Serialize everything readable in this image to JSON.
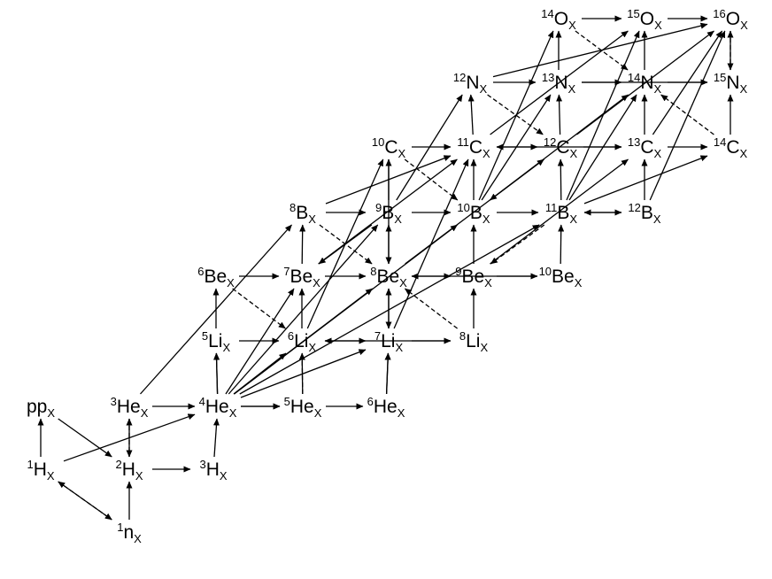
{
  "colors": {
    "ink": "#000000",
    "background": "#ffffff"
  },
  "nodes": [
    {
      "id": "n1",
      "sup": "1",
      "sym": "n",
      "sub": "X"
    },
    {
      "id": "H1",
      "sup": "1",
      "sym": "H",
      "sub": "X"
    },
    {
      "id": "H2",
      "sup": "2",
      "sym": "H",
      "sub": "X"
    },
    {
      "id": "H3",
      "sup": "3",
      "sym": "H",
      "sub": "X"
    },
    {
      "id": "pp",
      "sup": "",
      "sym": "pp",
      "sub": "X"
    },
    {
      "id": "He3",
      "sup": "3",
      "sym": "He",
      "sub": "X"
    },
    {
      "id": "He4",
      "sup": "4",
      "sym": "He",
      "sub": "X"
    },
    {
      "id": "He5",
      "sup": "5",
      "sym": "He",
      "sub": "X"
    },
    {
      "id": "He6",
      "sup": "6",
      "sym": "He",
      "sub": "X"
    },
    {
      "id": "Li5",
      "sup": "5",
      "sym": "Li",
      "sub": "X"
    },
    {
      "id": "Li6",
      "sup": "6",
      "sym": "Li",
      "sub": "X"
    },
    {
      "id": "Li7",
      "sup": "7",
      "sym": "Li",
      "sub": "X"
    },
    {
      "id": "Li8",
      "sup": "8",
      "sym": "Li",
      "sub": "X"
    },
    {
      "id": "Be6",
      "sup": "6",
      "sym": "Be",
      "sub": "X"
    },
    {
      "id": "Be7",
      "sup": "7",
      "sym": "Be",
      "sub": "X"
    },
    {
      "id": "Be8",
      "sup": "8",
      "sym": "Be",
      "sub": "X"
    },
    {
      "id": "Be9",
      "sup": "9",
      "sym": "Be",
      "sub": "X"
    },
    {
      "id": "Be10",
      "sup": "10",
      "sym": "Be",
      "sub": "X"
    },
    {
      "id": "B8",
      "sup": "8",
      "sym": "B",
      "sub": "X"
    },
    {
      "id": "B9",
      "sup": "9",
      "sym": "B",
      "sub": "X"
    },
    {
      "id": "B10",
      "sup": "10",
      "sym": "B",
      "sub": "X"
    },
    {
      "id": "B11",
      "sup": "11",
      "sym": "B",
      "sub": "X"
    },
    {
      "id": "B12",
      "sup": "12",
      "sym": "B",
      "sub": "X"
    },
    {
      "id": "C10",
      "sup": "10",
      "sym": "C",
      "sub": "X"
    },
    {
      "id": "C11",
      "sup": "11",
      "sym": "C",
      "sub": "X"
    },
    {
      "id": "C12",
      "sup": "12",
      "sym": "C",
      "sub": "X"
    },
    {
      "id": "C13",
      "sup": "13",
      "sym": "C",
      "sub": "X"
    },
    {
      "id": "C14",
      "sup": "14",
      "sym": "C",
      "sub": "X"
    },
    {
      "id": "N12",
      "sup": "12",
      "sym": "N",
      "sub": "X"
    },
    {
      "id": "N13",
      "sup": "13",
      "sym": "N",
      "sub": "X"
    },
    {
      "id": "N14",
      "sup": "14",
      "sym": "N",
      "sub": "X"
    },
    {
      "id": "N15",
      "sup": "15",
      "sym": "N",
      "sub": "X"
    },
    {
      "id": "O14",
      "sup": "14",
      "sym": "O",
      "sub": "X"
    },
    {
      "id": "O15",
      "sup": "15",
      "sym": "O",
      "sub": "X"
    },
    {
      "id": "O16",
      "sup": "16",
      "sym": "O",
      "sub": "X"
    }
  ],
  "edges": [
    {
      "from": "H1",
      "to": "pp"
    },
    {
      "from": "pp",
      "to": "H2"
    },
    {
      "from": "H1",
      "to": "n1",
      "dashed": true
    },
    {
      "from": "n1",
      "to": "H1"
    },
    {
      "from": "n1",
      "to": "H2"
    },
    {
      "from": "H2",
      "to": "He3"
    },
    {
      "from": "H2",
      "to": "H3"
    },
    {
      "from": "H3",
      "to": "He4"
    },
    {
      "from": "He3",
      "to": "H2",
      "dashed": true
    },
    {
      "from": "H1",
      "to": "He4"
    },
    {
      "from": "He3",
      "to": "He4"
    },
    {
      "from": "He4",
      "to": "He5"
    },
    {
      "from": "He5",
      "to": "He6"
    },
    {
      "from": "He4",
      "to": "Li5"
    },
    {
      "from": "Li5",
      "to": "Li6"
    },
    {
      "from": "He5",
      "to": "Li6"
    },
    {
      "from": "Li6",
      "to": "Li7"
    },
    {
      "from": "Li7",
      "to": "Li8"
    },
    {
      "from": "He6",
      "to": "Li7"
    },
    {
      "from": "Li5",
      "to": "Be6"
    },
    {
      "from": "Be6",
      "to": "Be7"
    },
    {
      "from": "Be6",
      "to": "Li6",
      "dashed": true
    },
    {
      "from": "Li6",
      "to": "Be7"
    },
    {
      "from": "Be7",
      "to": "Be8"
    },
    {
      "from": "Li7",
      "to": "Be8"
    },
    {
      "from": "Be8",
      "to": "Be9"
    },
    {
      "from": "Be9",
      "to": "Be10"
    },
    {
      "from": "Li8",
      "to": "Be9"
    },
    {
      "from": "Be7",
      "to": "B8"
    },
    {
      "from": "B8",
      "to": "B9"
    },
    {
      "from": "B8",
      "to": "Be8",
      "dashed": true
    },
    {
      "from": "Be8",
      "to": "B9"
    },
    {
      "from": "B9",
      "to": "B10"
    },
    {
      "from": "Be9",
      "to": "B10"
    },
    {
      "from": "B10",
      "to": "B11"
    },
    {
      "from": "B11",
      "to": "B12"
    },
    {
      "from": "Be10",
      "to": "B11"
    },
    {
      "from": "B9",
      "to": "C10"
    },
    {
      "from": "C10",
      "to": "C11"
    },
    {
      "from": "C10",
      "to": "B10",
      "dashed": true
    },
    {
      "from": "B10",
      "to": "C11"
    },
    {
      "from": "C11",
      "to": "C12"
    },
    {
      "from": "B11",
      "to": "C12"
    },
    {
      "from": "C12",
      "to": "C13"
    },
    {
      "from": "C13",
      "to": "C14"
    },
    {
      "from": "B12",
      "to": "C13"
    },
    {
      "from": "C11",
      "to": "N12"
    },
    {
      "from": "N12",
      "to": "N13"
    },
    {
      "from": "N12",
      "to": "C12",
      "dashed": true
    },
    {
      "from": "C12",
      "to": "N13"
    },
    {
      "from": "N13",
      "to": "N14"
    },
    {
      "from": "C13",
      "to": "N14"
    },
    {
      "from": "N14",
      "to": "N15"
    },
    {
      "from": "C14",
      "to": "N15"
    },
    {
      "from": "N13",
      "to": "O14"
    },
    {
      "from": "O14",
      "to": "O15"
    },
    {
      "from": "O14",
      "to": "N14",
      "dashed": true
    },
    {
      "from": "N14",
      "to": "O15"
    },
    {
      "from": "O15",
      "to": "O16"
    },
    {
      "from": "N15",
      "to": "O16"
    },
    {
      "from": "O16",
      "to": "N15",
      "dashed": true
    },
    {
      "from": "C14",
      "to": "N14",
      "dashed": true
    },
    {
      "from": "B11",
      "to": "Be9",
      "dashed": true
    },
    {
      "from": "Li8",
      "to": "Be8",
      "dashed": true
    },
    {
      "from": "He5",
      "to": "Li6",
      "dashed": true
    },
    {
      "from": "B12",
      "to": "B11"
    },
    {
      "from": "He3",
      "to": "B8"
    },
    {
      "from": "He4",
      "to": "Be7"
    },
    {
      "from": "He4",
      "to": "Li6"
    },
    {
      "from": "He4",
      "to": "Li7"
    },
    {
      "from": "He4",
      "to": "Be8"
    },
    {
      "from": "He4",
      "to": "B9"
    },
    {
      "from": "He4",
      "to": "B10"
    },
    {
      "from": "He4",
      "to": "B11"
    },
    {
      "from": "He4",
      "to": "Li5"
    },
    {
      "from": "He4",
      "to": "He5"
    },
    {
      "from": "He6",
      "to": "Li7"
    },
    {
      "from": "Li6",
      "to": "C10"
    },
    {
      "from": "Li7",
      "to": "C11"
    },
    {
      "from": "Li8",
      "to": "Li6"
    },
    {
      "from": "Be7",
      "to": "C11"
    },
    {
      "from": "Be8",
      "to": "C12"
    },
    {
      "from": "Be8",
      "to": "Li7"
    },
    {
      "from": "Be9",
      "to": "C13"
    },
    {
      "from": "Be10",
      "to": "Be8"
    },
    {
      "from": "B8",
      "to": "C11"
    },
    {
      "from": "B9",
      "to": "Be7"
    },
    {
      "from": "B9",
      "to": "N12"
    },
    {
      "from": "B10",
      "to": "N13"
    },
    {
      "from": "B10",
      "to": "N14"
    },
    {
      "from": "B11",
      "to": "O15"
    },
    {
      "from": "B11",
      "to": "N14"
    },
    {
      "from": "B11",
      "to": "C14"
    },
    {
      "from": "B12",
      "to": "O16"
    },
    {
      "from": "C10",
      "to": "Be8"
    },
    {
      "from": "C11",
      "to": "O15"
    },
    {
      "from": "C12",
      "to": "O16"
    },
    {
      "from": "C12",
      "to": "B10"
    },
    {
      "from": "C13",
      "to": "O16"
    },
    {
      "from": "C13",
      "to": "C11"
    },
    {
      "from": "N12",
      "to": "O16"
    },
    {
      "from": "N13",
      "to": "N15"
    },
    {
      "from": "B10",
      "to": "O14"
    }
  ]
}
